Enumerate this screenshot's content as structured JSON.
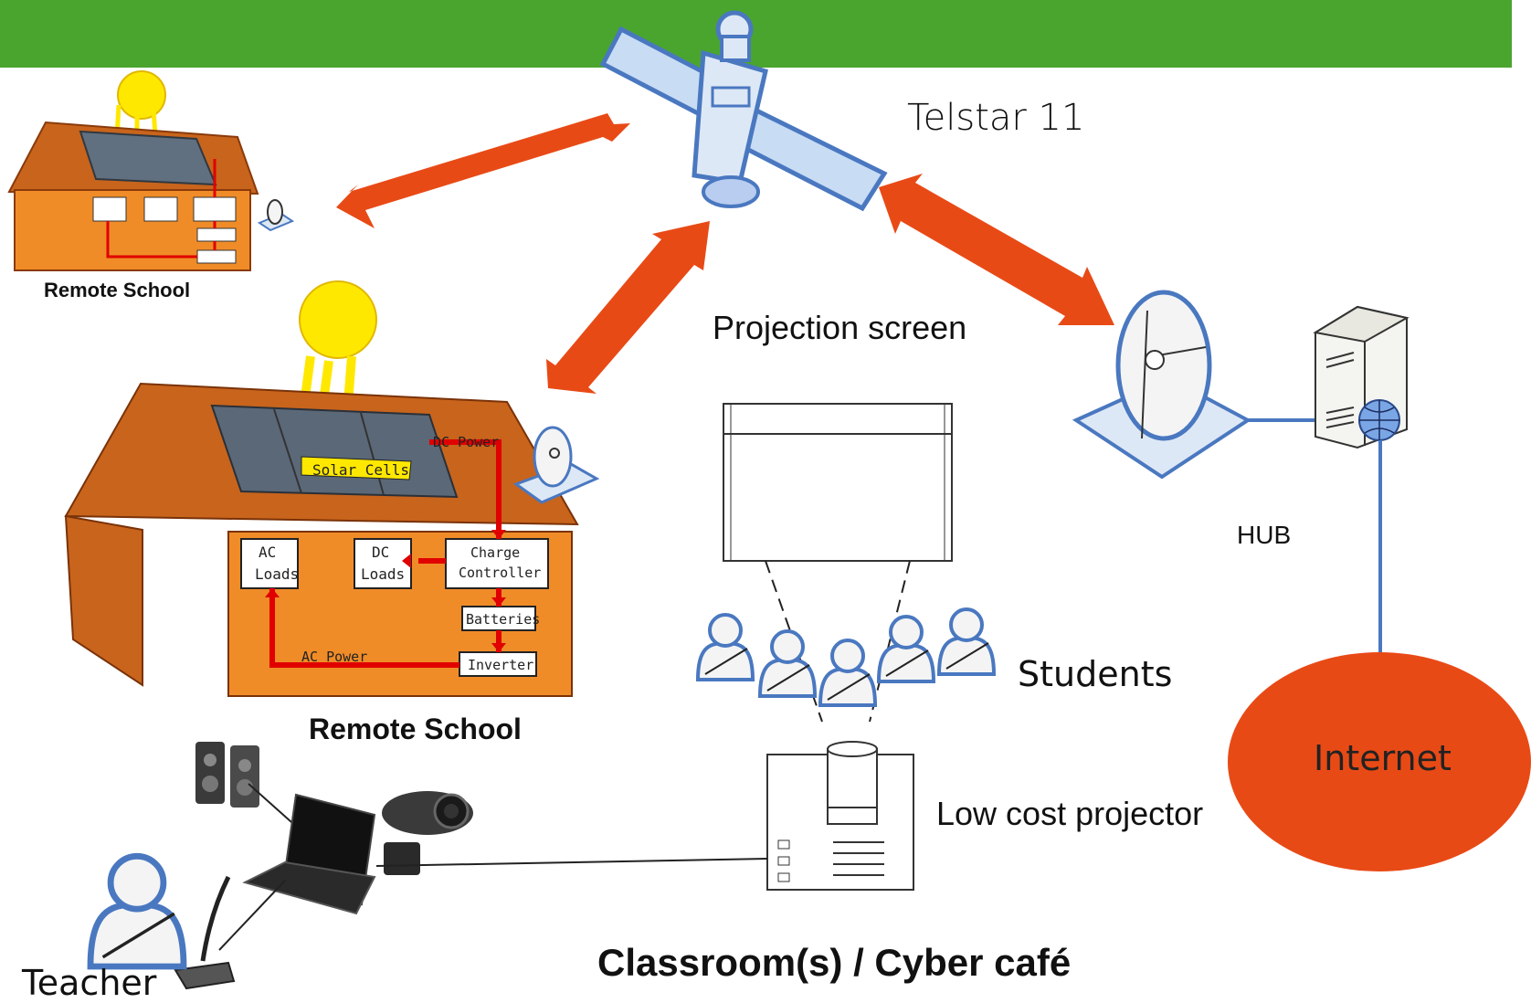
{
  "labels": {
    "satellite": "Telstar 11",
    "projection_screen": "Projection screen",
    "students": "Students",
    "projector": "Low cost projector",
    "hub": "HUB",
    "internet": "Internet",
    "school_small": "Remote School",
    "school_big": "Remote School",
    "classroom": "Classroom(s) / Cyber café",
    "teacher": "Teacher"
  },
  "house": {
    "solar_cells": "Solar Cells",
    "dc_power": "DC Power",
    "ac_power": "AC Power",
    "ac_loads_1": "AC",
    "ac_loads_2": "Loads",
    "dc_loads_1": "DC",
    "dc_loads_2": "Loads",
    "charge_1": "Charge",
    "charge_2": "Controller",
    "batteries": "Batteries",
    "inverter": "Inverter"
  },
  "colors": {
    "header": "#4aa52e",
    "arrow": "#e84a16",
    "internet": "#e84a16",
    "outline": "#4a78c0",
    "roof": "#c8641c",
    "wall": "#f08c28",
    "sun": "#ffe800",
    "wire": "#e00000"
  }
}
